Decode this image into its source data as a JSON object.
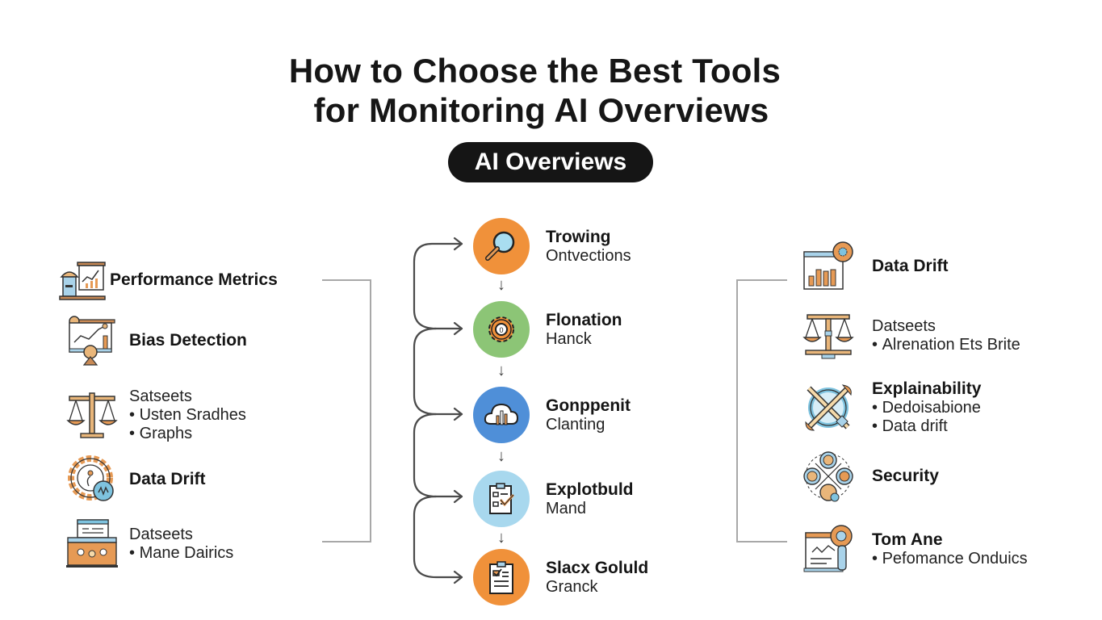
{
  "header": {
    "title_line1": "How to Choose the Best Tools",
    "title_line2": "for Monitoring AI Overviews",
    "badge": "AI Overviews"
  },
  "colors": {
    "orange": "#F0913A",
    "green": "#8CC576",
    "blue": "#4F8FD8",
    "light_blue": "#A8D8EE",
    "dark": "#151515",
    "bracket_gray": "#A8A8A8",
    "arrow_gray": "#4A4A4A"
  },
  "left_column": {
    "items": [
      {
        "icon": "presentation-chart-icon",
        "title": "Performance Metrics",
        "lines": []
      },
      {
        "icon": "bias-chart-icon",
        "title": "Bias Detection",
        "lines": []
      },
      {
        "icon": "scales-icon",
        "title": "Satseets",
        "lines": [
          "Usten Sradhes",
          "Graphs"
        ]
      },
      {
        "icon": "gear-drift-icon",
        "title": "Data Drift",
        "lines": []
      },
      {
        "icon": "dashboard-team-icon",
        "title": "Datseets",
        "lines": [
          "Mane Dairics"
        ]
      }
    ]
  },
  "center_flow": {
    "steps": [
      {
        "icon": "magnifier-icon",
        "circle_color": "#F0913A",
        "title": "Trowing",
        "subtitle": "Ontvections"
      },
      {
        "icon": "gear-icon",
        "circle_color": "#8CC576",
        "title": "Flonation",
        "subtitle": "Hanck"
      },
      {
        "icon": "cloud-chart-icon",
        "circle_color": "#4F8FD8",
        "title": "Gonppenit",
        "subtitle": "Clanting"
      },
      {
        "icon": "checklist-icon",
        "circle_color": "#A8D8EE",
        "title": "Explotbuld",
        "subtitle": "Mand"
      },
      {
        "icon": "clipboard-check-icon",
        "circle_color": "#F0913A",
        "title": "Slacx Goluld",
        "subtitle": "Granck"
      }
    ],
    "arrow_glyph": "↓"
  },
  "right_column": {
    "items": [
      {
        "icon": "dashboard-gear-icon",
        "title": "Data Drift",
        "lines": []
      },
      {
        "icon": "scales-icon",
        "title": "Datseets",
        "title_bold": false,
        "lines": [
          "Alrenation Ets Brite"
        ]
      },
      {
        "icon": "crossed-tools-icon",
        "title": "Explainability",
        "lines": [
          "Dedoisabione",
          "Data drift"
        ]
      },
      {
        "icon": "security-network-icon",
        "title": "Security",
        "lines": []
      },
      {
        "icon": "monitor-analytics-icon",
        "title": "Tom Ane",
        "lines": [
          "Pefomance Onduics"
        ]
      }
    ]
  }
}
